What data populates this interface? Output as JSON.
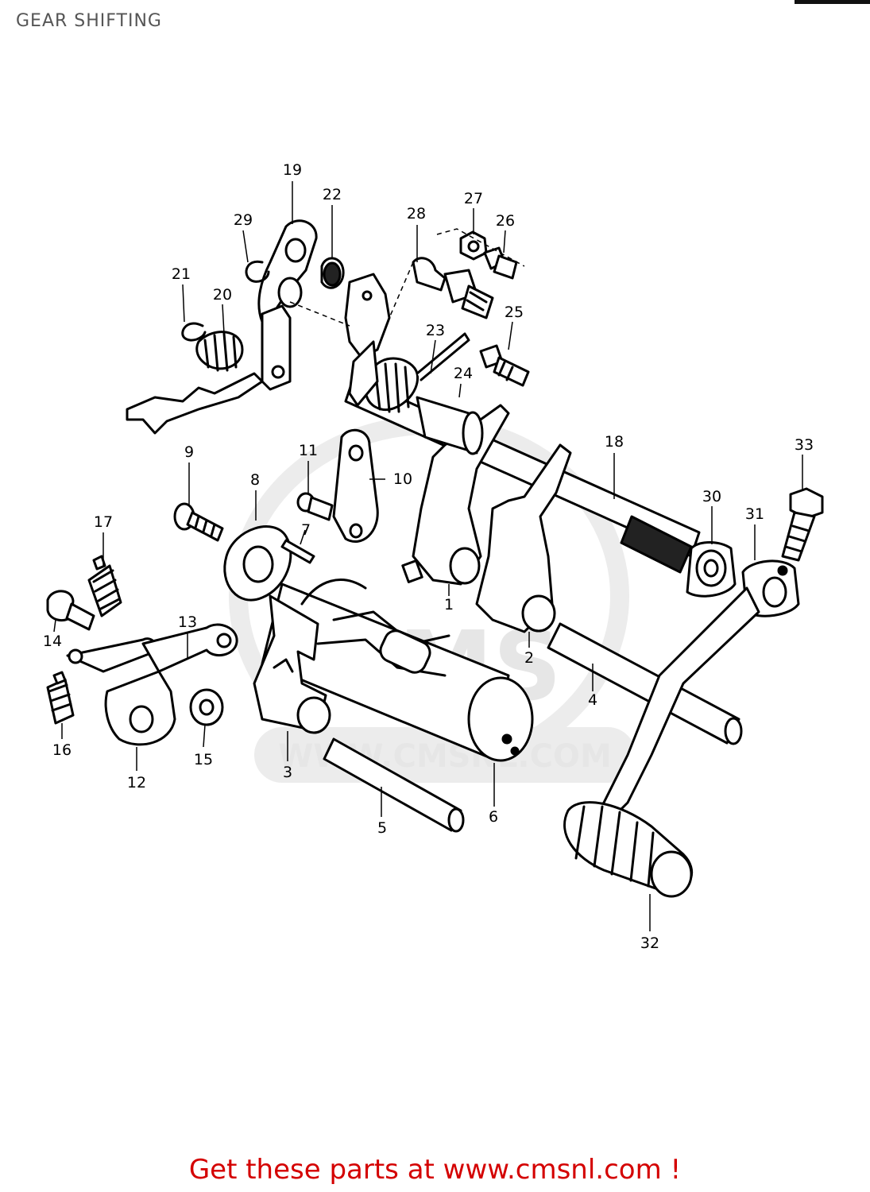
{
  "title": "GEAR SHIFTING",
  "watermark": {
    "brand": "CMS",
    "url": "WWW.CMSNL.COM"
  },
  "footer": {
    "text": "Get these parts at www.cmsnl.com !",
    "color": "#d40000"
  },
  "callouts": {
    "p1": "1",
    "p2": "2",
    "p3": "3",
    "p4": "4",
    "p5": "5",
    "p6": "6",
    "p7": "7",
    "p8": "8",
    "p9": "9",
    "p10": "10",
    "p11": "11",
    "p12": "12",
    "p13": "13",
    "p14": "14",
    "p15": "15",
    "p16": "16",
    "p17": "17",
    "p18": "18",
    "p19": "19",
    "p20": "20",
    "p21": "21",
    "p22": "22",
    "p23": "23",
    "p24": "24",
    "p25": "25",
    "p26": "26",
    "p27": "27",
    "p28": "28",
    "p29": "29",
    "p30": "30",
    "p31": "31",
    "p32": "32",
    "p33": "33"
  }
}
